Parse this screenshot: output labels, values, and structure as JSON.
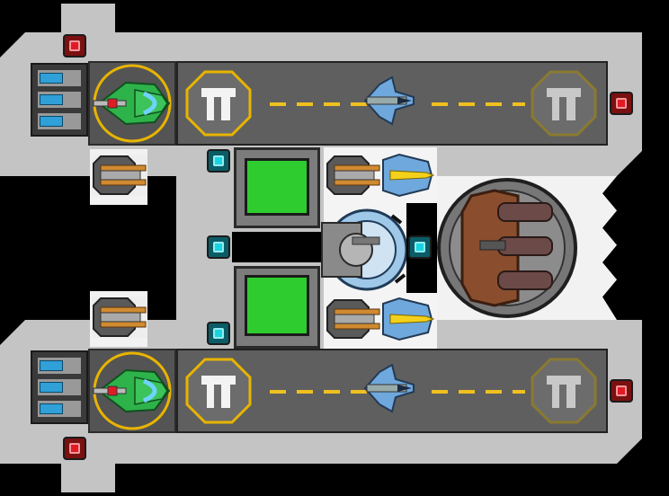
{
  "scene": "space-station-hangar",
  "colors": {
    "hull": "#c4c4c4",
    "plate": "#545454",
    "runway_dash": "#f0c020",
    "pad_ring_active": "#e8b400",
    "pad_ring_idle": "#8a7a30",
    "room_floor": "#2ecc2e",
    "button_red": "#e01b24",
    "button_cyan": "#18d4e0",
    "fighter_green": "#2db34a",
    "fighter_blue": "#6fa8dc",
    "turret_brown": "#8a4e2e"
  },
  "hangars": [
    {
      "id": "upper",
      "pad_left": "active",
      "pad_right": "idle",
      "fighter": "blue-interceptor"
    },
    {
      "id": "lower",
      "pad_left": "active",
      "pad_right": "idle",
      "fighter": "blue-interceptor"
    }
  ],
  "rooms": [
    {
      "id": "room-top",
      "floor": "green"
    },
    {
      "id": "room-bottom",
      "floor": "green"
    }
  ],
  "icons": [
    "landing-pad-icon",
    "fighter-icon",
    "thruster-icon",
    "autocannon-icon",
    "missile-pod-icon",
    "reactor-dome-icon",
    "triple-turret-icon",
    "red-button-icon",
    "cyan-button-icon"
  ]
}
